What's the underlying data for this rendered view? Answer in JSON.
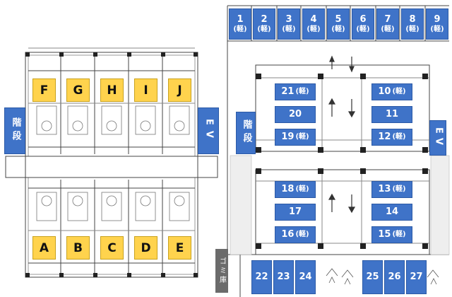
{
  "units_top": [
    "F",
    "G",
    "H",
    "I",
    "J"
  ],
  "units_bottom": [
    "A",
    "B",
    "C",
    "D",
    "E"
  ],
  "stairs_label_left": "階段",
  "ev_label_left": "EV",
  "stairs_label_right": "階段",
  "ev_label_right": "EV",
  "light_suffix": "(軽)",
  "top_slots": [
    "1",
    "2",
    "3",
    "4",
    "5",
    "6",
    "7",
    "8",
    "9"
  ],
  "inner_left_upper": [
    {
      "num": "21",
      "light": true
    },
    {
      "num": "20",
      "light": false
    },
    {
      "num": "19",
      "light": true
    }
  ],
  "inner_right_upper": [
    {
      "num": "10",
      "light": true
    },
    {
      "num": "11",
      "light": false
    },
    {
      "num": "12",
      "light": true
    }
  ],
  "inner_left_lower": [
    {
      "num": "18",
      "light": true
    },
    {
      "num": "17",
      "light": false
    },
    {
      "num": "16",
      "light": true
    }
  ],
  "inner_right_lower": [
    {
      "num": "13",
      "light": true
    },
    {
      "num": "14",
      "light": false
    },
    {
      "num": "15",
      "light": true
    }
  ],
  "bottom_left": [
    "22",
    "23",
    "24"
  ],
  "bottom_right": [
    "25",
    "26",
    "27"
  ],
  "garbage_label": "ゴミ庫",
  "colors": {
    "unit_yellow": "#FFD34D",
    "slot_blue": "#3F73C8"
  }
}
